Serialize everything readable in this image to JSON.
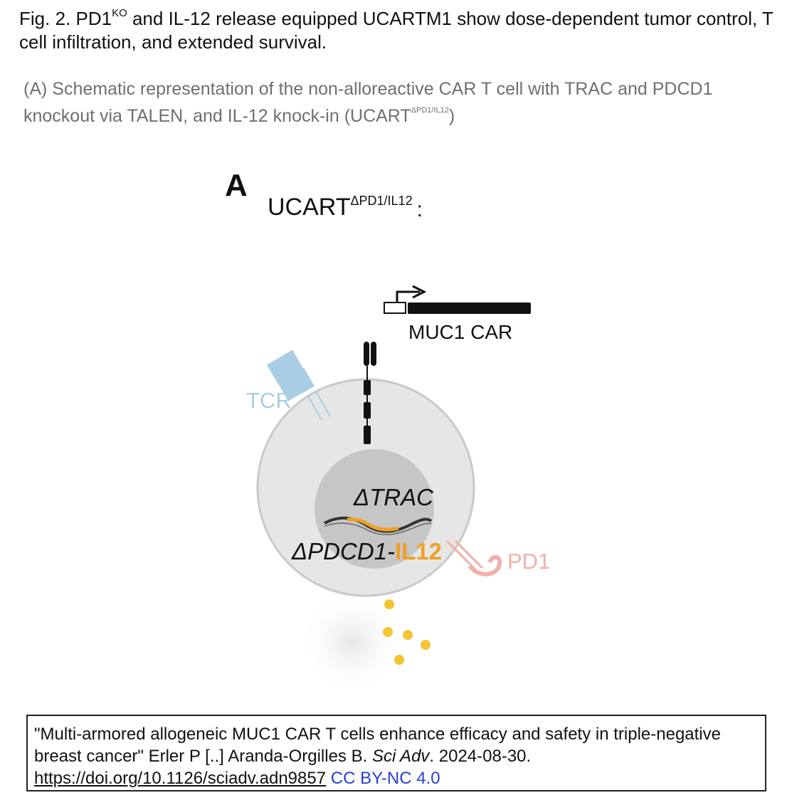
{
  "figure": {
    "title_prefix": "Fig. 2. PD1",
    "title_sup": "KO",
    "title_rest": " and IL-12 release equipped UCARTM1 show dose-dependent tumor control, T cell infiltration, and extended survival.",
    "caption_main": "(A) Schematic representation of the non-alloreactive CAR T cell with TRAC and PDCD1 knockout via TALEN, and IL-12 knock-in (UCART",
    "caption_sup": "ΔPD1/IL12",
    "caption_end": ")"
  },
  "panel": {
    "letter": "A",
    "construct_base": "UCART",
    "construct_sup": "ΔPD1/IL12",
    "construct_colon": ":",
    "transgene_label": "MUC1 CAR",
    "tcr_label": "TCR",
    "trac_label": "ΔTRAC",
    "pdcd1_label": "ΔPDCD1-",
    "il12_label": "IL12",
    "pd1_label": "PD1"
  },
  "colors": {
    "caption_gray": "#6f6f6f",
    "tcr_blue": "#a9cde4",
    "il12_orange": "#f0a023",
    "pd1_pink": "#f2b0aa",
    "cell_gray": "#e6e6e6",
    "nucleus_gray": "#c6c6c6",
    "secreted_yellow": "#f4c431",
    "link_blue": "#2a3fd6"
  },
  "citation": {
    "quote": "\"Multi-armored allogeneic MUC1 CAR T cells enhance efficacy and safety in triple-negative breast cancer\" Erler P [..] Aranda-Orgilles B. ",
    "journal": "Sci Adv",
    "date": ". 2024-08-30.",
    "doi": "https://doi.org/10.1126/sciadv.adn9857",
    "license": "CC BY-NC 4.0"
  }
}
